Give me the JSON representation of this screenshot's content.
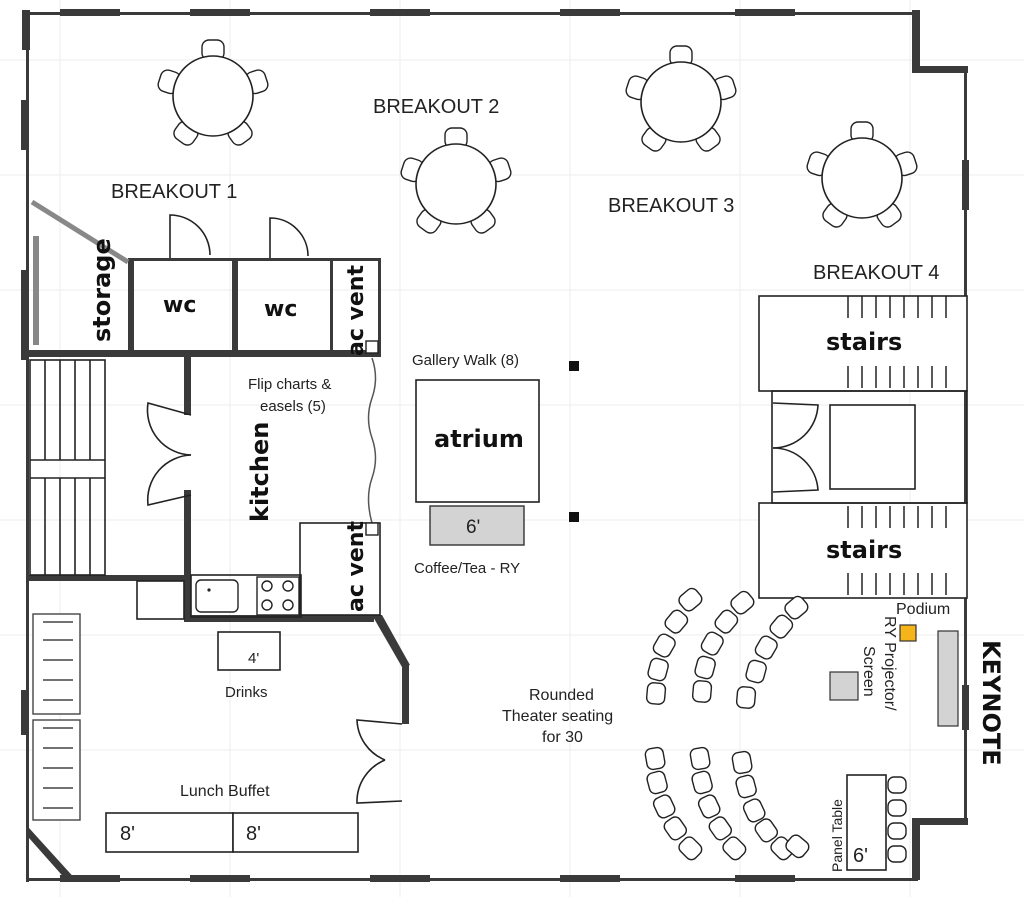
{
  "rooms": {
    "breakout1": "BREAKOUT 1",
    "breakout2": "BREAKOUT 2",
    "breakout3": "BREAKOUT 3",
    "breakout4": "BREAKOUT 4",
    "keynote": "KEYNOTE",
    "storage": "storage",
    "wc1": "wc",
    "wc2": "wc",
    "ac_vent_top": "ac vent",
    "ac_vent_bottom": "ac vent",
    "kitchen": "kitchen",
    "atrium": "atrium",
    "stairs_top": "stairs",
    "stairs_bottom": "stairs"
  },
  "labels": {
    "gallery_walk": "Gallery Walk (8)",
    "flip_charts_line1": "Flip charts &",
    "flip_charts_line2": "easels (5)",
    "coffee_table_size": "6'",
    "coffee_tea": "Coffee/Tea - RY",
    "drinks_table_size": "4'",
    "drinks": "Drinks",
    "lunch_buffet": "Lunch Buffet",
    "buffet_table_1": "8'",
    "buffet_table_2": "8'",
    "theater_line1": "Rounded",
    "theater_line2": "Theater seating",
    "theater_line3": "for 30",
    "podium": "Podium",
    "projector_line1": "RY Projector/",
    "projector_line2": "Screen",
    "panel_table": "Panel Table",
    "panel_table_size": "6'"
  },
  "colors": {
    "walls": "#3a3a3a",
    "podium": "#f4b41a",
    "table_fill": "#d3d3d3"
  }
}
